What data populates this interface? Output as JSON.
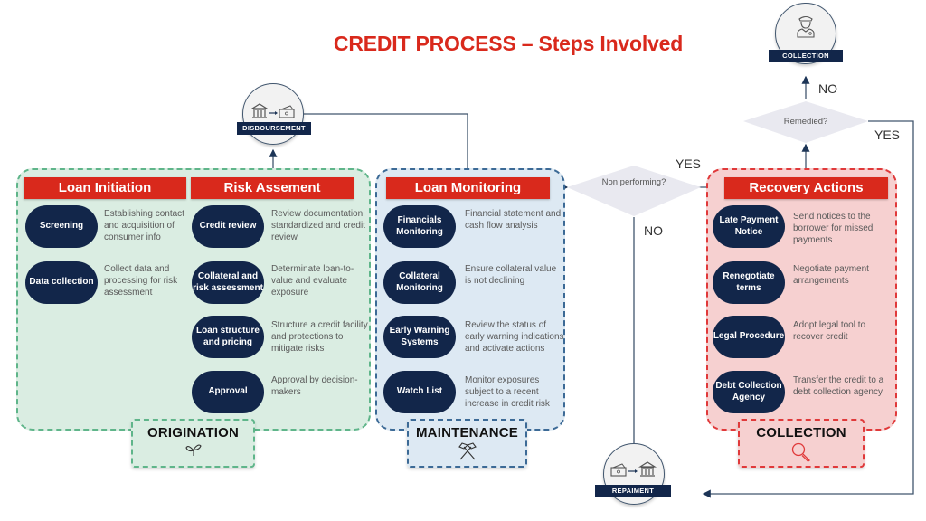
{
  "title": "CREDIT PROCESS – Steps Involved",
  "phases": {
    "origination": {
      "label": "ORIGINATION",
      "icon": "sprout-icon",
      "color": "#5fb58a"
    },
    "maintenance": {
      "label": "MAINTENANCE",
      "icon": "hammers-icon",
      "color": "#3c6a96"
    },
    "collection": {
      "label": "COLLECTION",
      "icon": "magnifier-icon",
      "color": "#e0393a"
    }
  },
  "sections": {
    "loan_initiation": {
      "header": "Loan Initiation",
      "steps": [
        {
          "name": "Screening",
          "desc": "Establishing contact and acquisition of consumer info"
        },
        {
          "name": "Data collection",
          "desc": "Collect data and processing for risk assessment"
        }
      ]
    },
    "risk_assessment": {
      "header": "Risk Assement",
      "steps": [
        {
          "name": "Credit review",
          "desc": "Review documentation, standardized and credit review"
        },
        {
          "name": "Collateral and risk assessment",
          "desc": "Determinate loan-to-value and evaluate exposure"
        },
        {
          "name": "Loan structure and pricing",
          "desc": "Structure a credit facility and protections to mitigate risks"
        },
        {
          "name": "Approval",
          "desc": "Approval by decision-makers"
        }
      ]
    },
    "loan_monitoring": {
      "header": "Loan Monitoring",
      "steps": [
        {
          "name": "Financials Monitoring",
          "desc": "Financial statement and cash flow analysis"
        },
        {
          "name": "Collateral Monitoring",
          "desc": "Ensure collateral value is not declining"
        },
        {
          "name": "Early Warning Systems",
          "desc": "Review the status of early warning indications and activate actions"
        },
        {
          "name": "Watch List",
          "desc": "Monitor exposures subject to a recent increase in credit risk"
        }
      ]
    },
    "recovery_actions": {
      "header": "Recovery Actions",
      "steps": [
        {
          "name": "Late Payment Notice",
          "desc": "Send notices to the borrower for missed payments"
        },
        {
          "name": "Renegotiate terms",
          "desc": "Negotiate payment arrangements"
        },
        {
          "name": "Legal Procedure",
          "desc": "Adopt legal tool to recover credit"
        },
        {
          "name": "Debt Collection Agency",
          "desc": "Transfer the credit to a debt collection agency"
        }
      ]
    }
  },
  "nodes": {
    "disbursement": {
      "label": "DISBOURSEMENT",
      "icon": "bank-to-money-icon"
    },
    "collection": {
      "label": "COLLECTION",
      "icon": "officer-icon"
    },
    "repayment": {
      "label": "REPAIMENT",
      "icon": "money-to-bank-icon"
    }
  },
  "decisions": {
    "non_performing": {
      "text": "Non performing?",
      "yes": "YES",
      "no": "NO"
    },
    "remedied": {
      "text": "Remedied?",
      "yes": "YES",
      "no": "NO"
    }
  },
  "colors": {
    "accent_red": "#d9291c",
    "pill_navy": "#12264a",
    "line": "#41566e"
  }
}
